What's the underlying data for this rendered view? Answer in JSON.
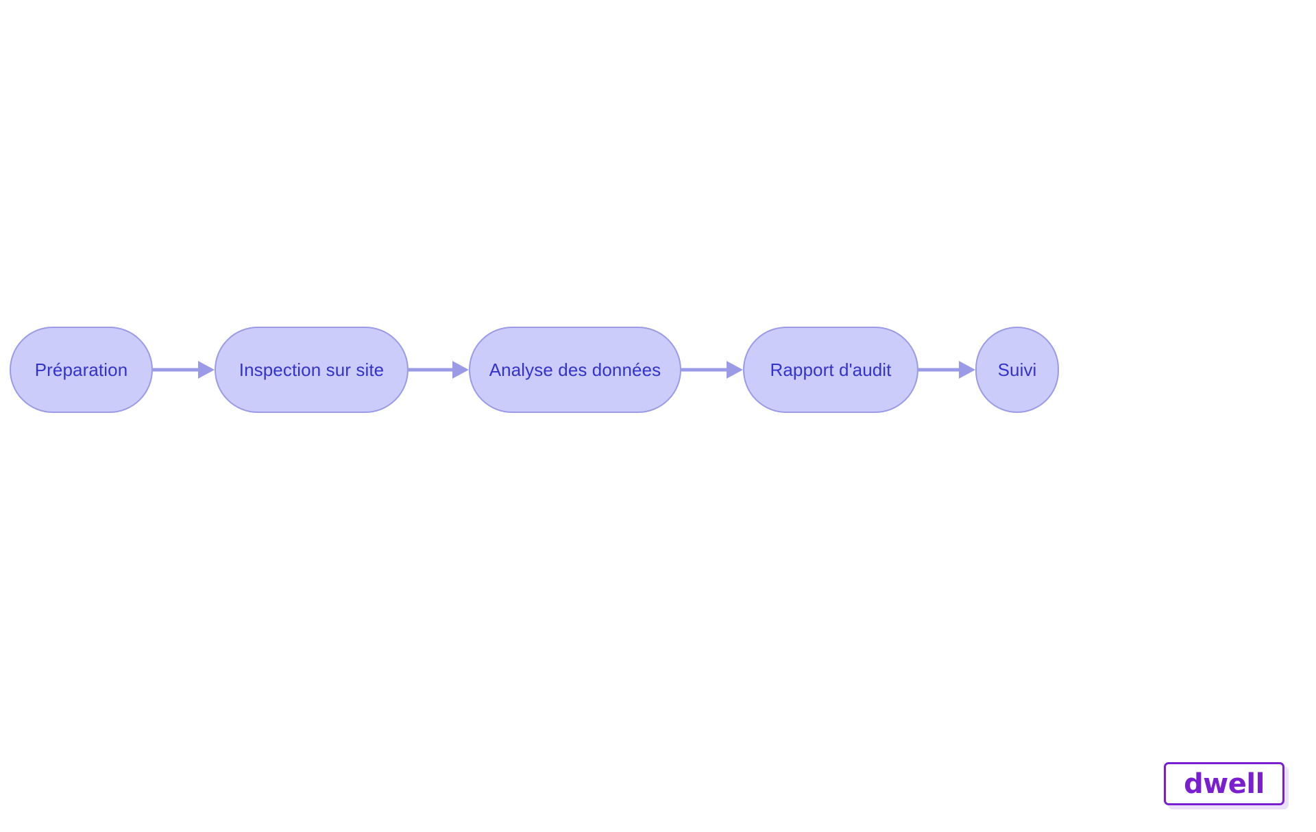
{
  "diagram": {
    "type": "flowchart",
    "orientation": "left-to-right",
    "background_color": "#ffffff",
    "node_fill_color": "#ccccfa",
    "node_border_color": "#9a9ae6",
    "node_text_color": "#3333cc",
    "connector_color": "#9a9ae6",
    "nodes": [
      {
        "id": "preparation",
        "label": "Préparation"
      },
      {
        "id": "inspection-sur-site",
        "label": "Inspection sur site"
      },
      {
        "id": "analyse-des-donnees",
        "label": "Analyse des données"
      },
      {
        "id": "rapport-d-audit",
        "label": "Rapport d'audit"
      },
      {
        "id": "suivi",
        "label": "Suivi"
      }
    ],
    "edges": [
      {
        "from": "preparation",
        "to": "inspection-sur-site",
        "label": ""
      },
      {
        "from": "inspection-sur-site",
        "to": "analyse-des-donnees",
        "label": ""
      },
      {
        "from": "analyse-des-donnees",
        "to": "rapport-d-audit",
        "label": ""
      },
      {
        "from": "rapport-d-audit",
        "to": "suivi",
        "label": ""
      }
    ]
  },
  "watermark": {
    "text": "dwell",
    "color": "#7a1fd0",
    "border_color": "#7a1fd0",
    "background_color": "#ffffff"
  }
}
